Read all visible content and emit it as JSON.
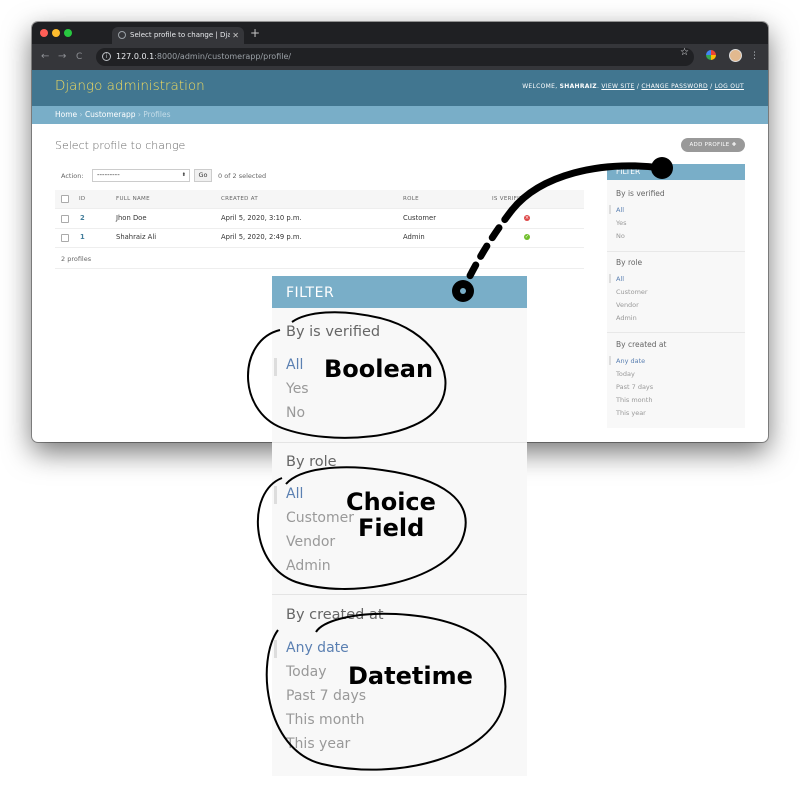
{
  "browser": {
    "tab_title": "Select profile to change | Django",
    "tab_close": "✕",
    "new_tab": "+",
    "url_host": "127.0.0.1",
    "url_rest": ":8000/admin/customerapp/profile/",
    "info_glyph": "i",
    "back_glyph": "←",
    "forward_glyph": "→",
    "reload_glyph": "C",
    "star_glyph": "☆",
    "menu_glyph": "⋮",
    "traffic_colors": [
      "#ff5f57",
      "#febc2e",
      "#28c840"
    ]
  },
  "header": {
    "brand": "Django administration",
    "welcome": "WELCOME,",
    "username": "SHAHRAIZ",
    "period": ".",
    "view_site": "VIEW SITE",
    "change_password": "CHANGE PASSWORD",
    "log_out": "LOG OUT",
    "sep": "/"
  },
  "breadcrumbs": {
    "home": "Home",
    "app": "Customerapp",
    "current": "Profiles",
    "sep": "›"
  },
  "content": {
    "title": "Select profile to change",
    "add_button": "ADD PROFILE",
    "add_icon": "✚"
  },
  "actions": {
    "label": "Action:",
    "select_value": "---------",
    "select_arrow": "⬍",
    "go": "Go",
    "selected_count": "0 of 2 selected"
  },
  "table": {
    "headers": {
      "id": "ID",
      "full_name": "FULL NAME",
      "created_at": "CREATED AT",
      "role": "ROLE",
      "is_verified": "IS VERIFIED"
    },
    "rows": [
      {
        "id": "2",
        "full_name": "Jhon Doe",
        "created_at": "April 5, 2020, 3:10 p.m.",
        "role": "Customer",
        "verified": false
      },
      {
        "id": "1",
        "full_name": "Shahraiz Ali",
        "created_at": "April 5, 2020, 2:49 p.m.",
        "role": "Admin",
        "verified": true
      }
    ],
    "no_glyph": "×",
    "yes_glyph": "✓"
  },
  "paginator": "2 profiles",
  "filter": {
    "title": "FILTER",
    "verified": {
      "heading": "By is verified",
      "options": [
        "All",
        "Yes",
        "No"
      ]
    },
    "role": {
      "heading": "By role",
      "options": [
        "All",
        "Customer",
        "Vendor",
        "Admin"
      ]
    },
    "created": {
      "heading": "By created at",
      "options": [
        "Any date",
        "Today",
        "Past 7 days",
        "This month",
        "This year"
      ]
    }
  },
  "callouts": {
    "boolean": "Boolean",
    "choice_line1": "Choice",
    "choice_line2": "Field",
    "datetime": "Datetime"
  },
  "colors": {
    "header_bg": "#417690",
    "brand": "#f5dd5d",
    "breadcrumb_bg": "#79aec8",
    "link": "#447e9b",
    "selected_filter": "#5b80b2"
  }
}
